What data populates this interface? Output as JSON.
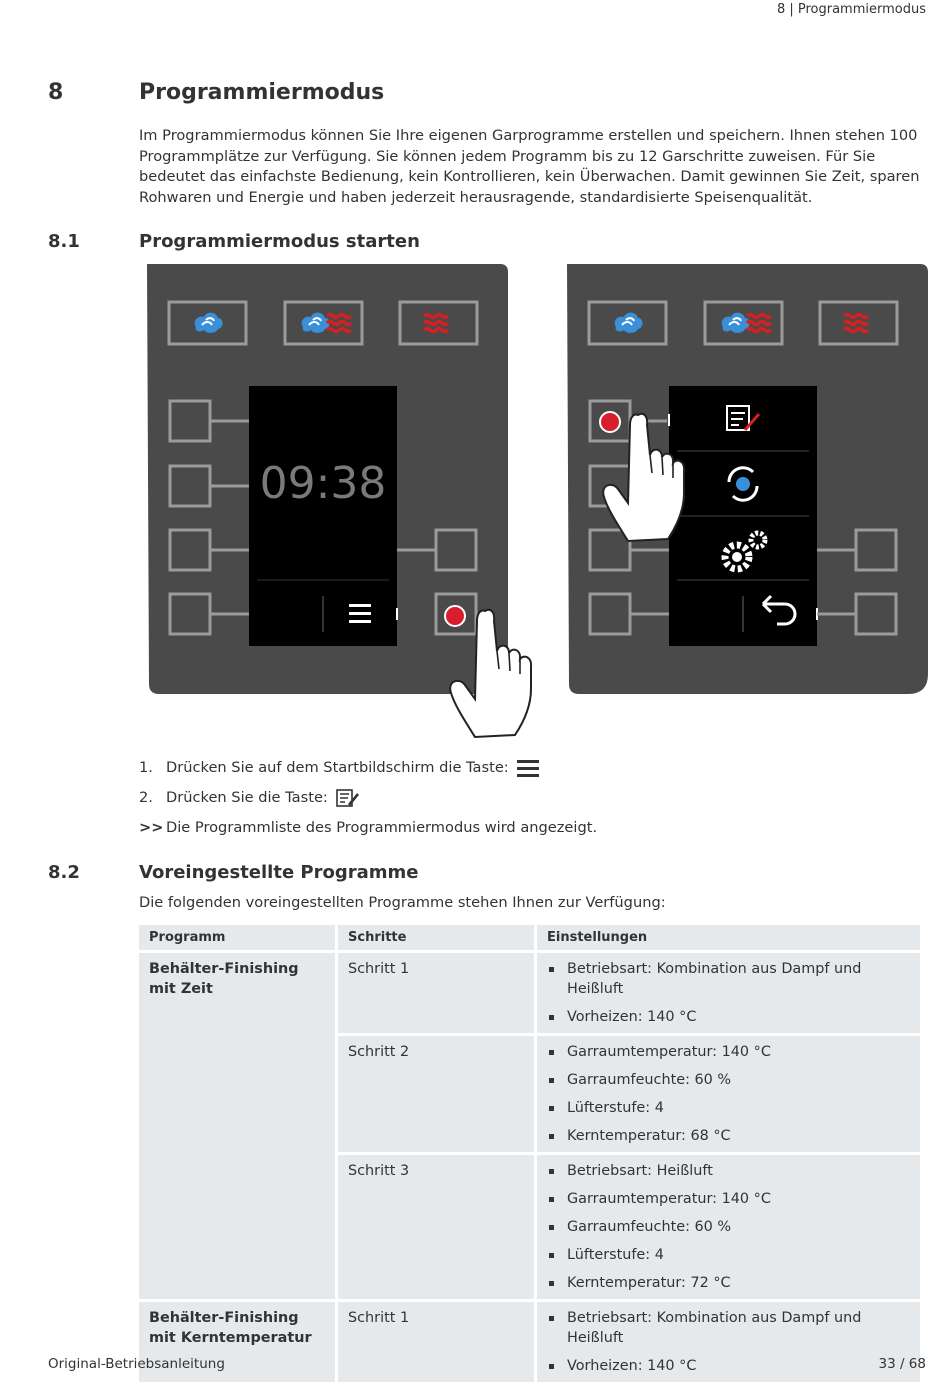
{
  "header": {
    "running": "8 | Programmiermodus"
  },
  "section8": {
    "number": "8",
    "title": "Programmiermodus",
    "intro": "Im Programmiermodus können Sie Ihre eigenen Garprogramme erstellen und speichern. Ihnen stehen 100 Programmplätze zur Verfügung. Sie können jedem Programm bis zu 12 Garschritte zuweisen. Für Sie bedeutet das einfachste Bedienung, kein Kontrollieren, kein Überwachen. Damit gewinnen Sie Zeit, sparen Rohwaren und Energie und haben jederzeit herausragende, standardisierte Speisenqualität."
  },
  "section81": {
    "number": "8.1",
    "title": "Programmiermodus starten",
    "clock": "09:38",
    "steps": [
      {
        "label": "1.",
        "text": "Drücken Sie auf dem Startbildschirm die Taste:"
      },
      {
        "label": "2.",
        "text": "Drücken Sie die Taste:"
      },
      {
        "label": ">>",
        "text": "Die Programmliste des Programmiermodus wird angezeigt."
      }
    ]
  },
  "section82": {
    "number": "8.2",
    "title": "Voreingestellte Programme",
    "note": "Die folgenden voreingestellten Programme stehen Ihnen zur Verfügung:",
    "table": {
      "headers": [
        "Programm",
        "Schritte",
        "Einstellungen"
      ],
      "programs": [
        {
          "name": "Behälter-Finishing mit Zeit",
          "steps": [
            {
              "step": "Schritt 1",
              "settings": [
                "Betriebsart: Kombination aus Dampf und Heißluft",
                "Vorheizen: 140 °C"
              ]
            },
            {
              "step": "Schritt 2",
              "settings": [
                "Garraumtemperatur: 140 °C",
                "Garraumfeuchte: 60 %",
                "Lüfterstufe: 4",
                "Kerntemperatur: 68 °C"
              ]
            },
            {
              "step": "Schritt 3",
              "settings": [
                "Betriebsart: Heißluft",
                "Garraumtemperatur: 140 °C",
                "Garraumfeuchte: 60 %",
                "Lüfterstufe: 4",
                "Kerntemperatur: 72 °C"
              ]
            }
          ]
        },
        {
          "name": "Behälter-Finishing mit Kerntemperatur",
          "steps": [
            {
              "step": "Schritt 1",
              "settings": [
                "Betriebsart: Kombination aus Dampf und Heißluft",
                "Vorheizen: 140 °C"
              ]
            }
          ]
        }
      ]
    }
  },
  "footer": {
    "left": "Original-Betriebsanleitung",
    "right": "33 / 68"
  },
  "colors": {
    "panel": "#4a4a4a",
    "button_border": "#9b9b9b",
    "steam": "#3a8fd9",
    "heat": "#d42020",
    "press": "#d81e2c"
  },
  "icons": [
    "steam-icon",
    "combi-icon",
    "hot-air-icon",
    "menu-icon",
    "edit-icon",
    "cleaning-icon",
    "settings-icon",
    "back-icon",
    "hand-pointer-icon"
  ]
}
